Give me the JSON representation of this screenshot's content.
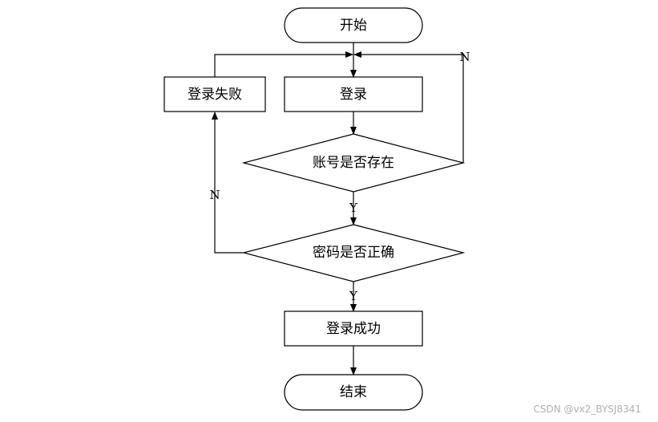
{
  "diagram": {
    "type": "flowchart",
    "nodes": {
      "start": {
        "shape": "terminal",
        "label": "开始"
      },
      "login": {
        "shape": "process",
        "label": "登录"
      },
      "login_failed": {
        "shape": "process",
        "label": "登录失败"
      },
      "account_exists": {
        "shape": "decision",
        "label": "账号是否存在"
      },
      "password_correct": {
        "shape": "decision",
        "label": "密码是否正确"
      },
      "login_success": {
        "shape": "process",
        "label": "登录成功"
      },
      "end": {
        "shape": "terminal",
        "label": "结束"
      }
    },
    "edges": [
      {
        "from": "start",
        "to": "login",
        "label": ""
      },
      {
        "from": "login",
        "to": "account_exists",
        "label": ""
      },
      {
        "from": "account_exists",
        "to": "login",
        "label": "N"
      },
      {
        "from": "account_exists",
        "to": "password_correct",
        "label": "Y"
      },
      {
        "from": "password_correct",
        "to": "login_failed",
        "label": "N"
      },
      {
        "from": "login_failed",
        "to": "login",
        "label": ""
      },
      {
        "from": "password_correct",
        "to": "login_success",
        "label": "Y"
      },
      {
        "from": "login_success",
        "to": "end",
        "label": ""
      }
    ],
    "colors": {
      "line": "#000000",
      "fill": "#ffffff",
      "text": "#000000"
    }
  },
  "watermark": {
    "text": "CSDN @vx2_BYSJ8341",
    "color": "#b0b0b0"
  }
}
